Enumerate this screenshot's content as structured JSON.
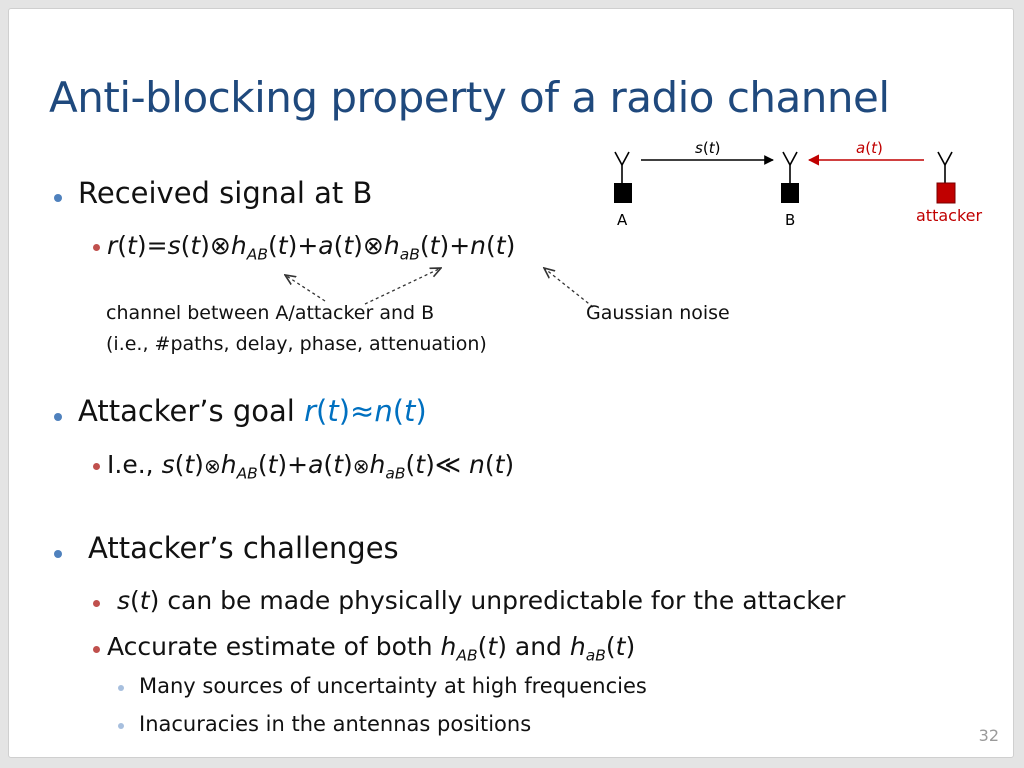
{
  "title": "Anti-blocking property of a radio channel",
  "diagram": {
    "node_a": "A",
    "node_b": "B",
    "node_attacker": "attacker",
    "label_signal": "s(t)",
    "label_attack": "a(t)",
    "colors": {
      "attacker": "#c00000",
      "node": "#000000"
    }
  },
  "bullets": {
    "b1": "Received signal at B",
    "b1_formula": "r(t)=s(t)⊗hAB(t)+a(t)⊗haB(t)+n(t)",
    "note_channel_1": "channel between A/attacker and B",
    "note_channel_2": "(i.e., #paths, delay, phase, attenuation)",
    "note_noise": "Gaussian noise",
    "b2_prefix": "Attacker’s goal",
    "b2_formula": "r(t)≈n(t)",
    "b2_sub_prefix": "I.e.,",
    "b2_sub_formula": "s(t)⊗hAB(t)+a(t)⊗haB(t)≪ n(t)",
    "b3": "Attacker’s challenges",
    "b3_sub1_formula": "s(t)",
    "b3_sub1_text": "can be made physically unpredictable for the attacker",
    "b3_sub2_prefix": "Accurate estimate of both",
    "b3_sub2_formula1": "hAB(t)",
    "b3_sub2_and": "and",
    "b3_sub2_formula2": "haB(t)",
    "b3_sub2_sub1": "Many sources of uncertainty at high frequencies",
    "b3_sub2_sub2": "Inacuracies in the antennas positions"
  },
  "page_number": "32"
}
